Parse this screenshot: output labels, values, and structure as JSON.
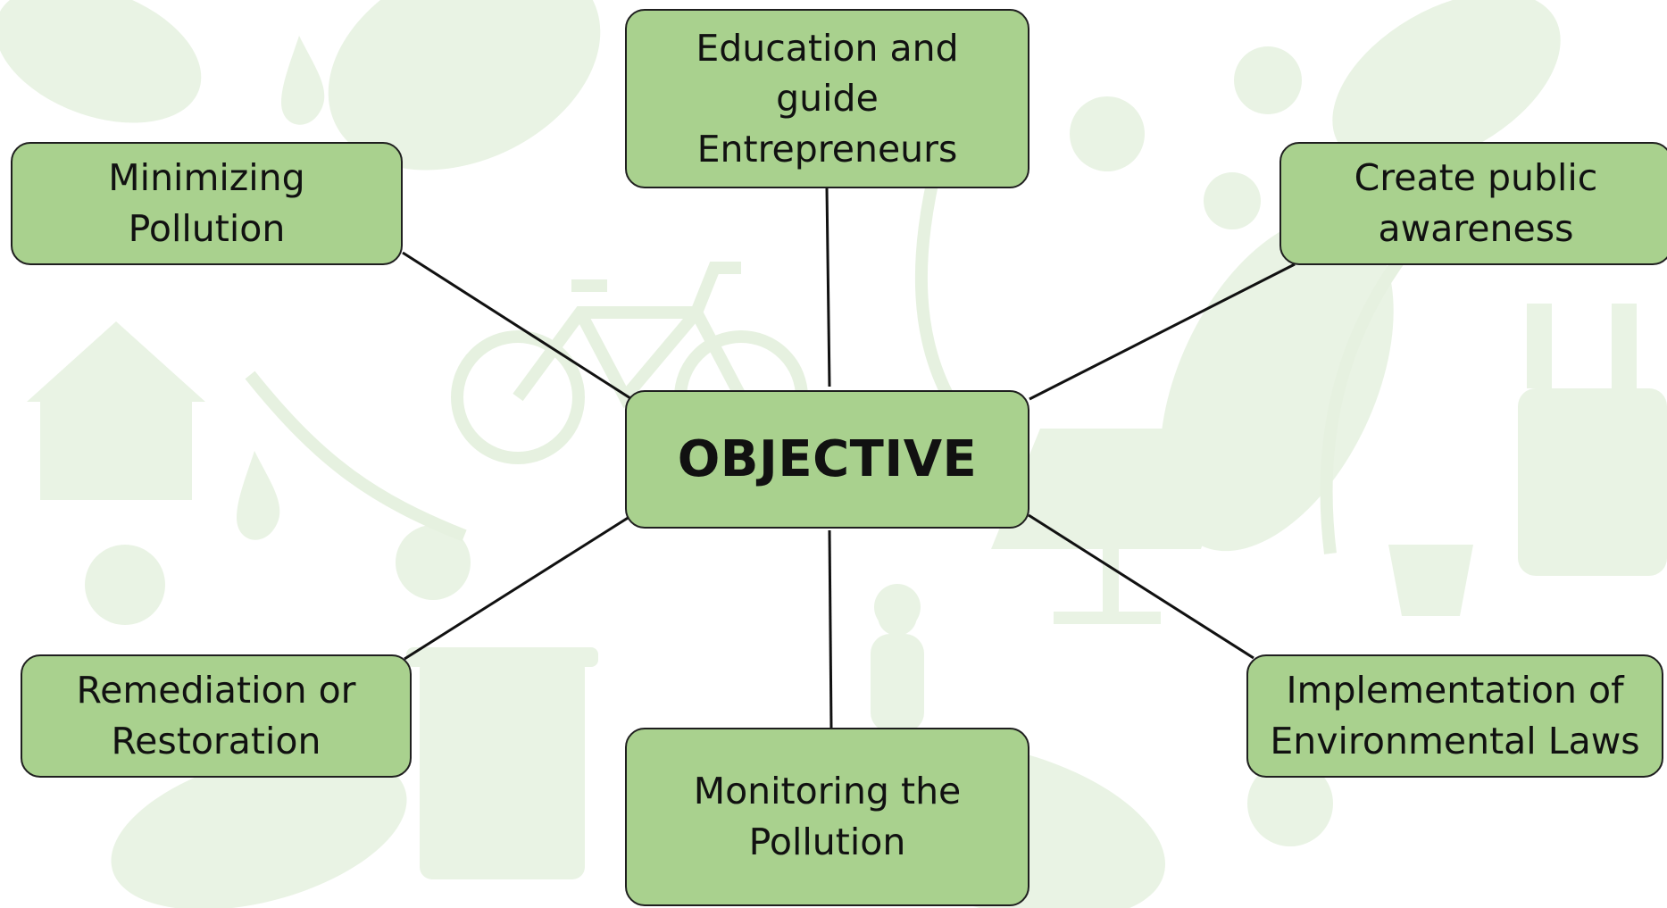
{
  "diagram": {
    "center": {
      "label": "OBJECTIVE"
    },
    "branches": [
      {
        "id": "education",
        "label": "Education and\nguide\nEntrepreneurs"
      },
      {
        "id": "minimizing",
        "label": "Minimizing\nPollution"
      },
      {
        "id": "awareness",
        "label": "Create public\nawareness"
      },
      {
        "id": "remediation",
        "label": "Remediation or\nRestoration"
      },
      {
        "id": "monitoring",
        "label": "Monitoring the\nPollution"
      },
      {
        "id": "implementation",
        "label": "Implementation of\nEnvironmental Laws"
      }
    ]
  },
  "colors": {
    "node_fill": "#a9d18e",
    "node_border": "#1f1f1f",
    "connector": "#111111",
    "background_motif": "#e8f2e3"
  }
}
